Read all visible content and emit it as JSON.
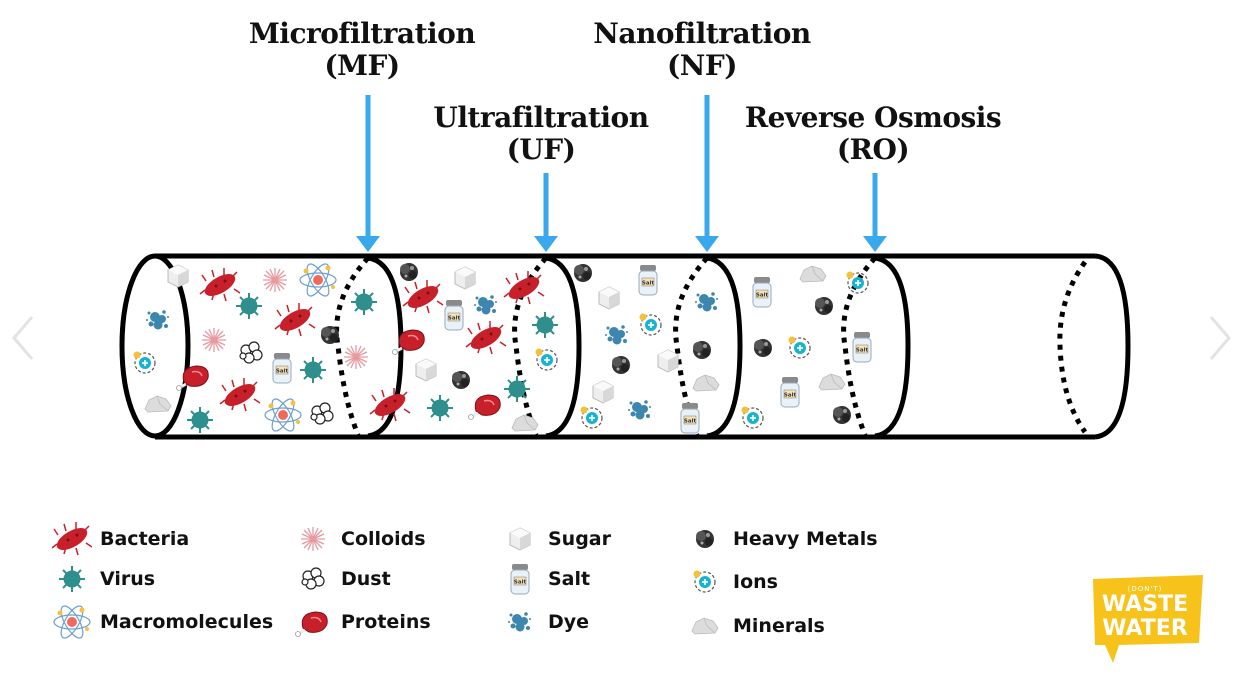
{
  "stages": [
    {
      "name": "Microfiltration",
      "abbr": "(MF)"
    },
    {
      "name": "Ultrafiltration",
      "abbr": "(UF)"
    },
    {
      "name": "Nanofiltration",
      "abbr": "(NF)"
    },
    {
      "name": "Reverse Osmosis",
      "abbr": "(RO)"
    }
  ],
  "legend": [
    {
      "label": "Bacteria",
      "icon": "bacteria-icon"
    },
    {
      "label": "Virus",
      "icon": "virus-icon"
    },
    {
      "label": "Macromolecules",
      "icon": "macromolecule-icon"
    },
    {
      "label": "Colloids",
      "icon": "colloid-icon"
    },
    {
      "label": "Dust",
      "icon": "dust-icon"
    },
    {
      "label": "Proteins",
      "icon": "protein-icon"
    },
    {
      "label": "Sugar",
      "icon": "sugar-icon"
    },
    {
      "label": "Salt",
      "icon": "salt-icon"
    },
    {
      "label": "Dye",
      "icon": "dye-icon"
    },
    {
      "label": "Heavy Metals",
      "icon": "heavy-metal-icon"
    },
    {
      "label": "Ions",
      "icon": "ion-icon"
    },
    {
      "label": "Minerals",
      "icon": "mineral-icon"
    }
  ],
  "colors": {
    "arrow": "#3aa8ec",
    "bacteria": "#c8202a",
    "virus": "#2e8f8c",
    "colloid": "#e59aa0",
    "dye": "#3d86b0",
    "ion": "#1ab3cf",
    "logo": "#f7c21a"
  },
  "logo": {
    "small": "(DON'T)",
    "line1": "WASTE",
    "line2": "WATER"
  },
  "nav": {
    "prev": "previous-slide",
    "next": "next-slide"
  }
}
